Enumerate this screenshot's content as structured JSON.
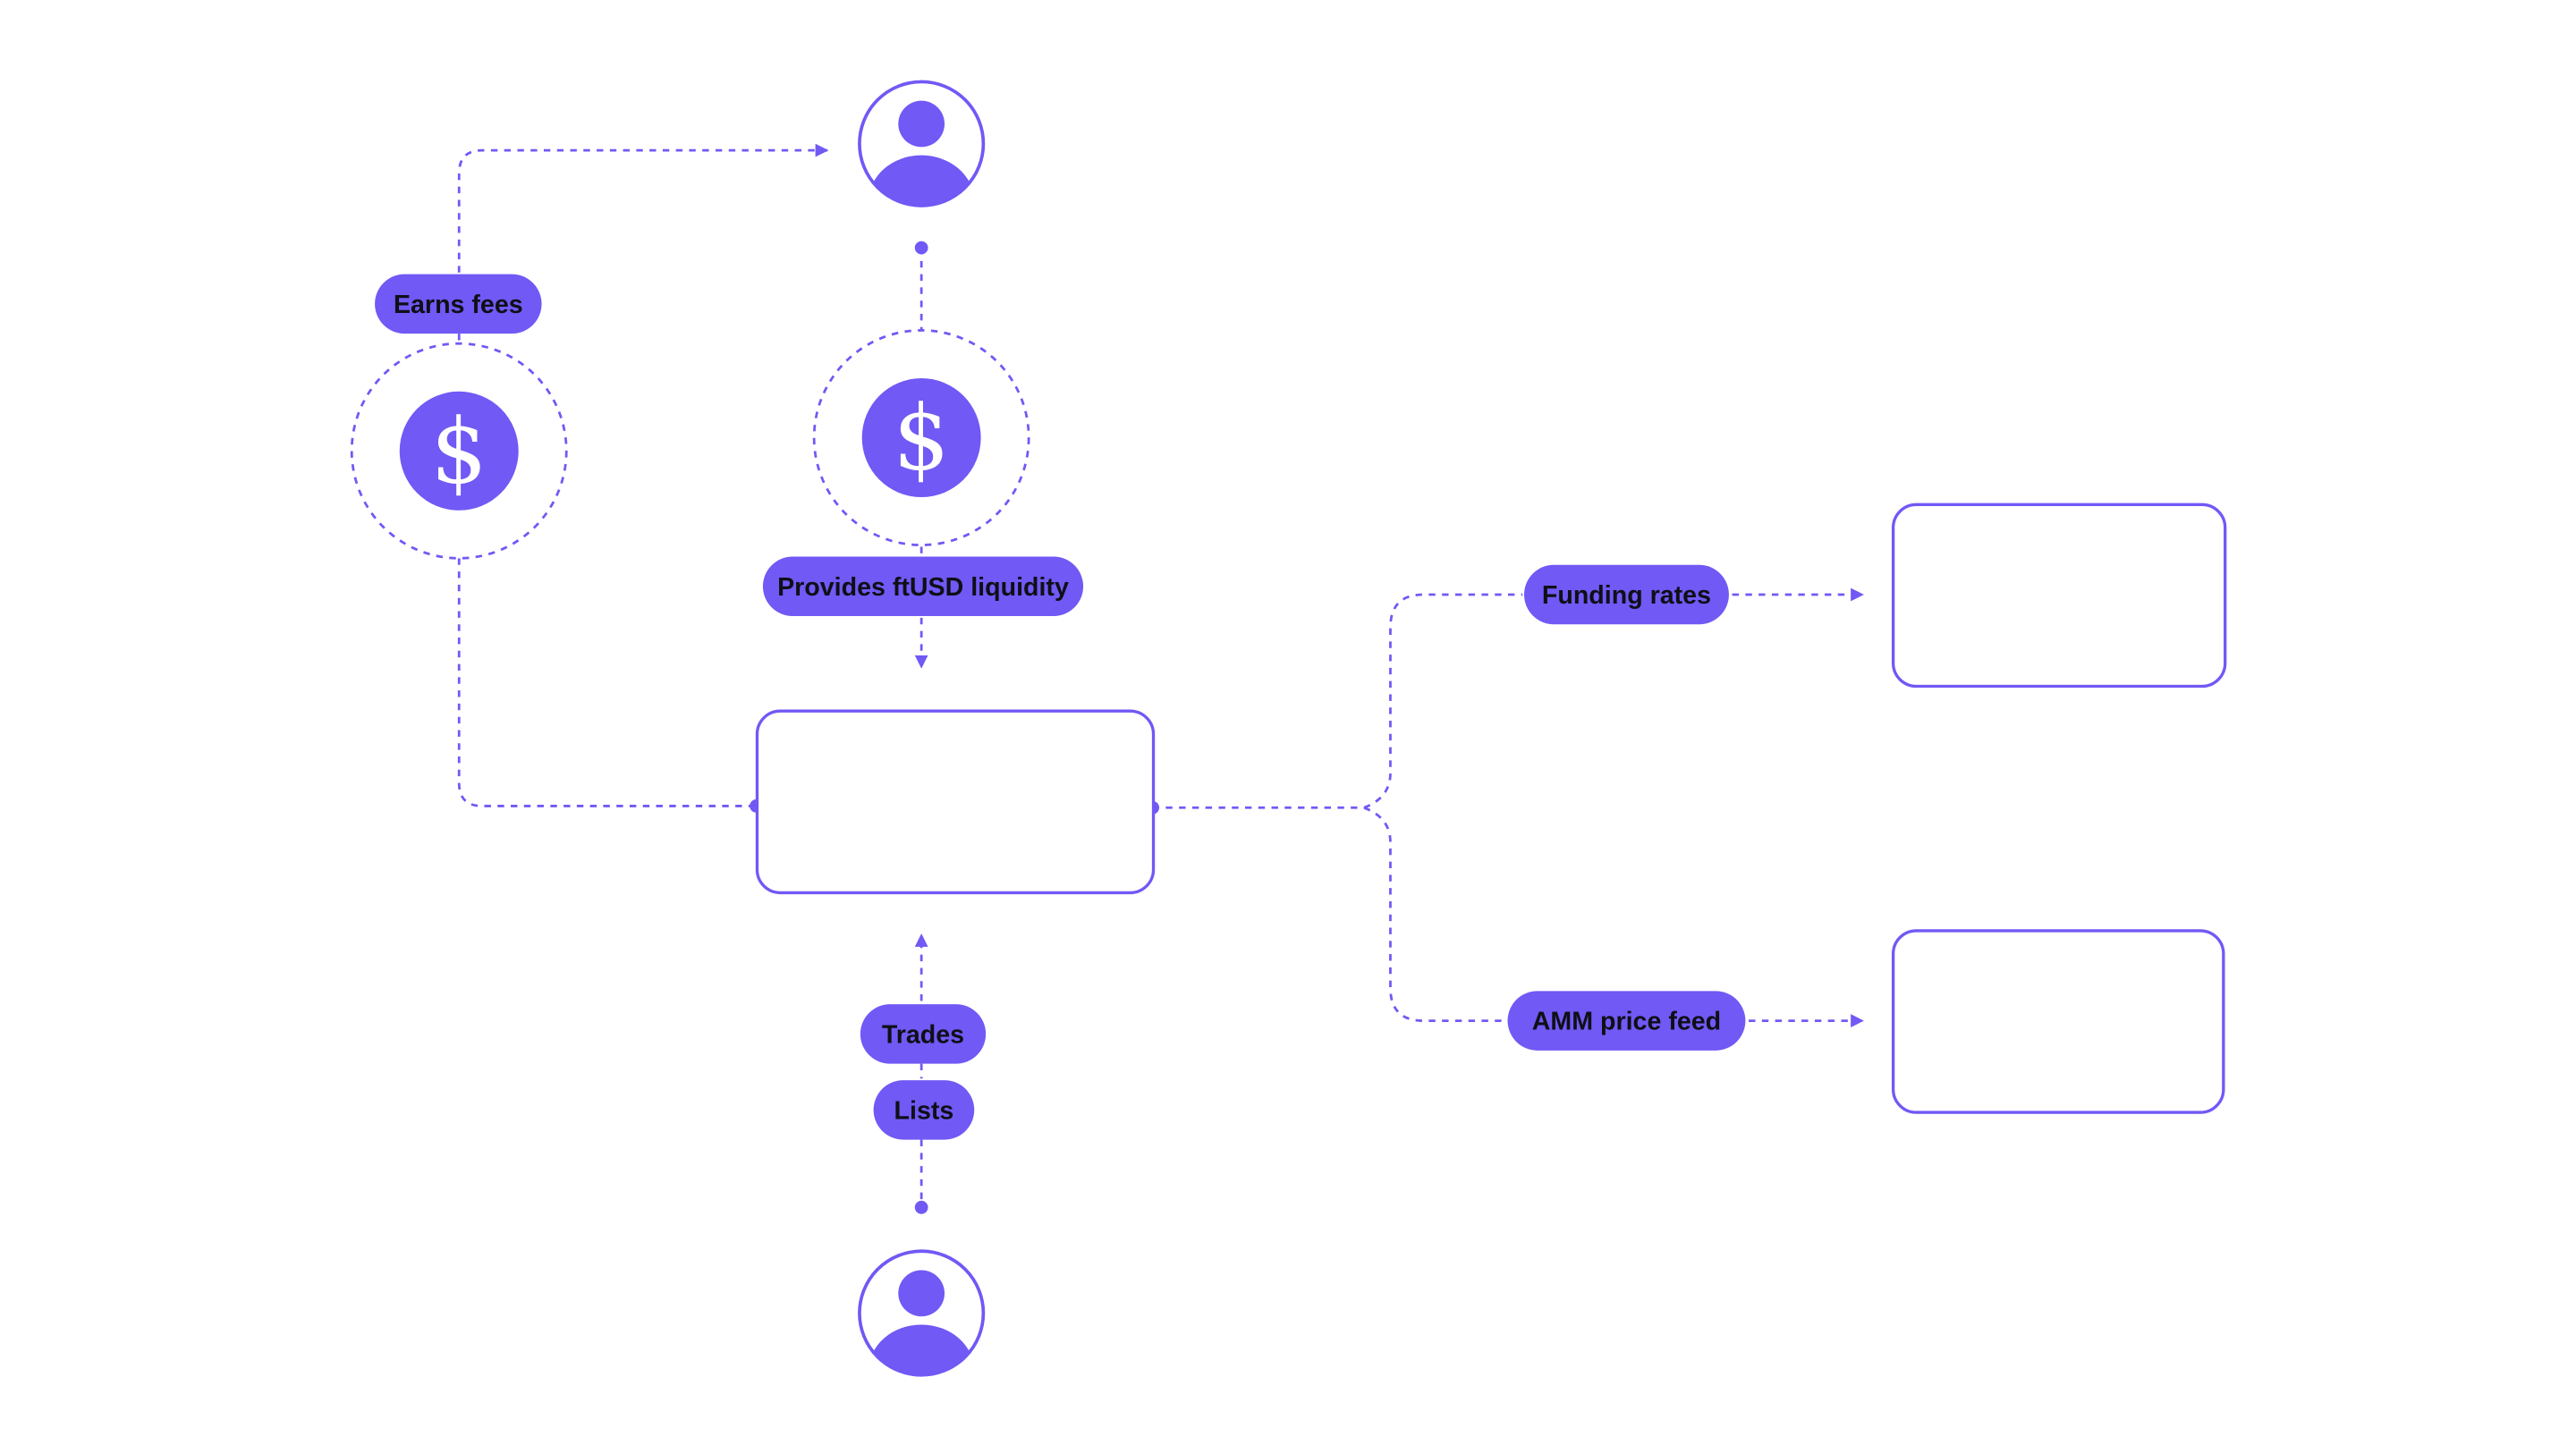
{
  "colors": {
    "accent": "#7059f5",
    "pill_text": "#0f0f16",
    "background": "#ffffff"
  },
  "diagram": {
    "labels": {
      "earns_fees": "Earns fees",
      "provides_liquidity": "Provides ftUSD liquidity",
      "funding_rates": "Funding rates",
      "amm_price_feed": "AMM price feed",
      "trades": "Trades",
      "lists": "Lists"
    },
    "icons": {
      "top_user": "user-icon",
      "bottom_user": "user-icon",
      "left_coin": "dollar-coin-icon",
      "middle_coin": "dollar-coin-icon"
    },
    "coin_symbol": "$"
  }
}
